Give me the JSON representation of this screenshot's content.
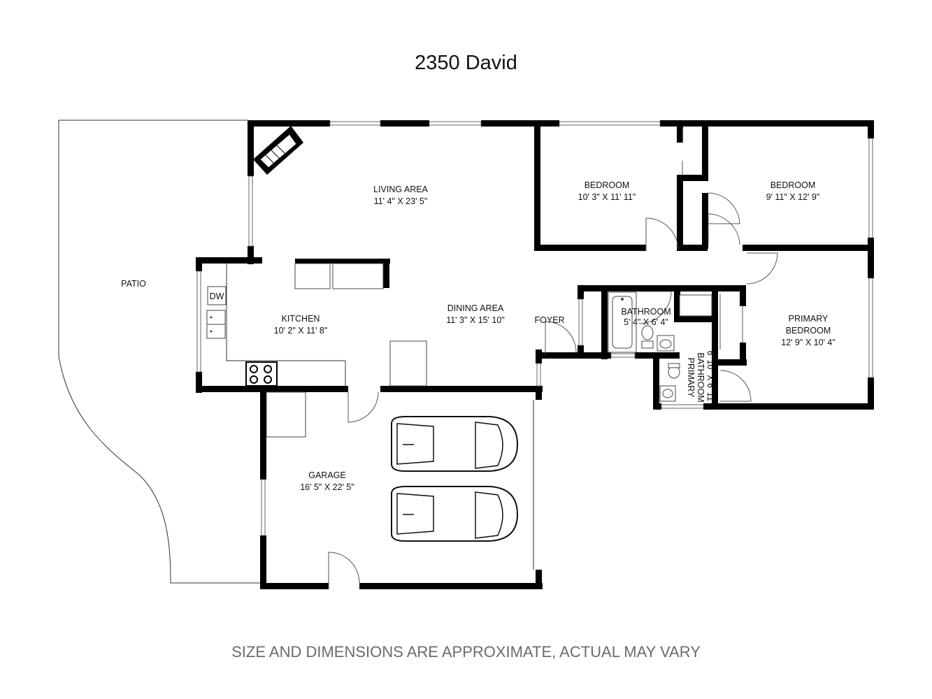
{
  "title": "2350 David",
  "disclaimer": "SIZE AND DIMENSIONS ARE APPROXIMATE, ACTUAL MAY VARY",
  "rooms": {
    "patio": {
      "name": "PATIO"
    },
    "living": {
      "name": "LIVING AREA",
      "size": "11' 4\" X 23' 5\""
    },
    "bedroom1": {
      "name": "BEDROOM",
      "size": "10' 3\" X 11' 11\""
    },
    "bedroom2": {
      "name": "BEDROOM",
      "size": "9' 11\" X 12' 9\""
    },
    "kitchen": {
      "name": "KITCHEN",
      "size": "10' 2\" X 11' 8\""
    },
    "dining": {
      "name": "DINING AREA",
      "size": "11' 3\" X 15' 10\""
    },
    "foyer": {
      "name": "FOYER"
    },
    "bathroom": {
      "name": "BATHROOM",
      "size": "5' 4\" X 6' 4\""
    },
    "primary_bedroom": {
      "name_line1": "PRIMARY",
      "name_line2": "BEDROOM",
      "size": "12' 9\" X 10' 4\""
    },
    "primary_bathroom": {
      "name_line1": "PRIMARY",
      "name_line2": "BATHROOM",
      "size": "6' 10\" X 6' 11\""
    },
    "garage": {
      "name": "GARAGE",
      "size": "16' 5\" X 22' 5\""
    }
  },
  "appliances": {
    "dishwasher": "DW"
  }
}
